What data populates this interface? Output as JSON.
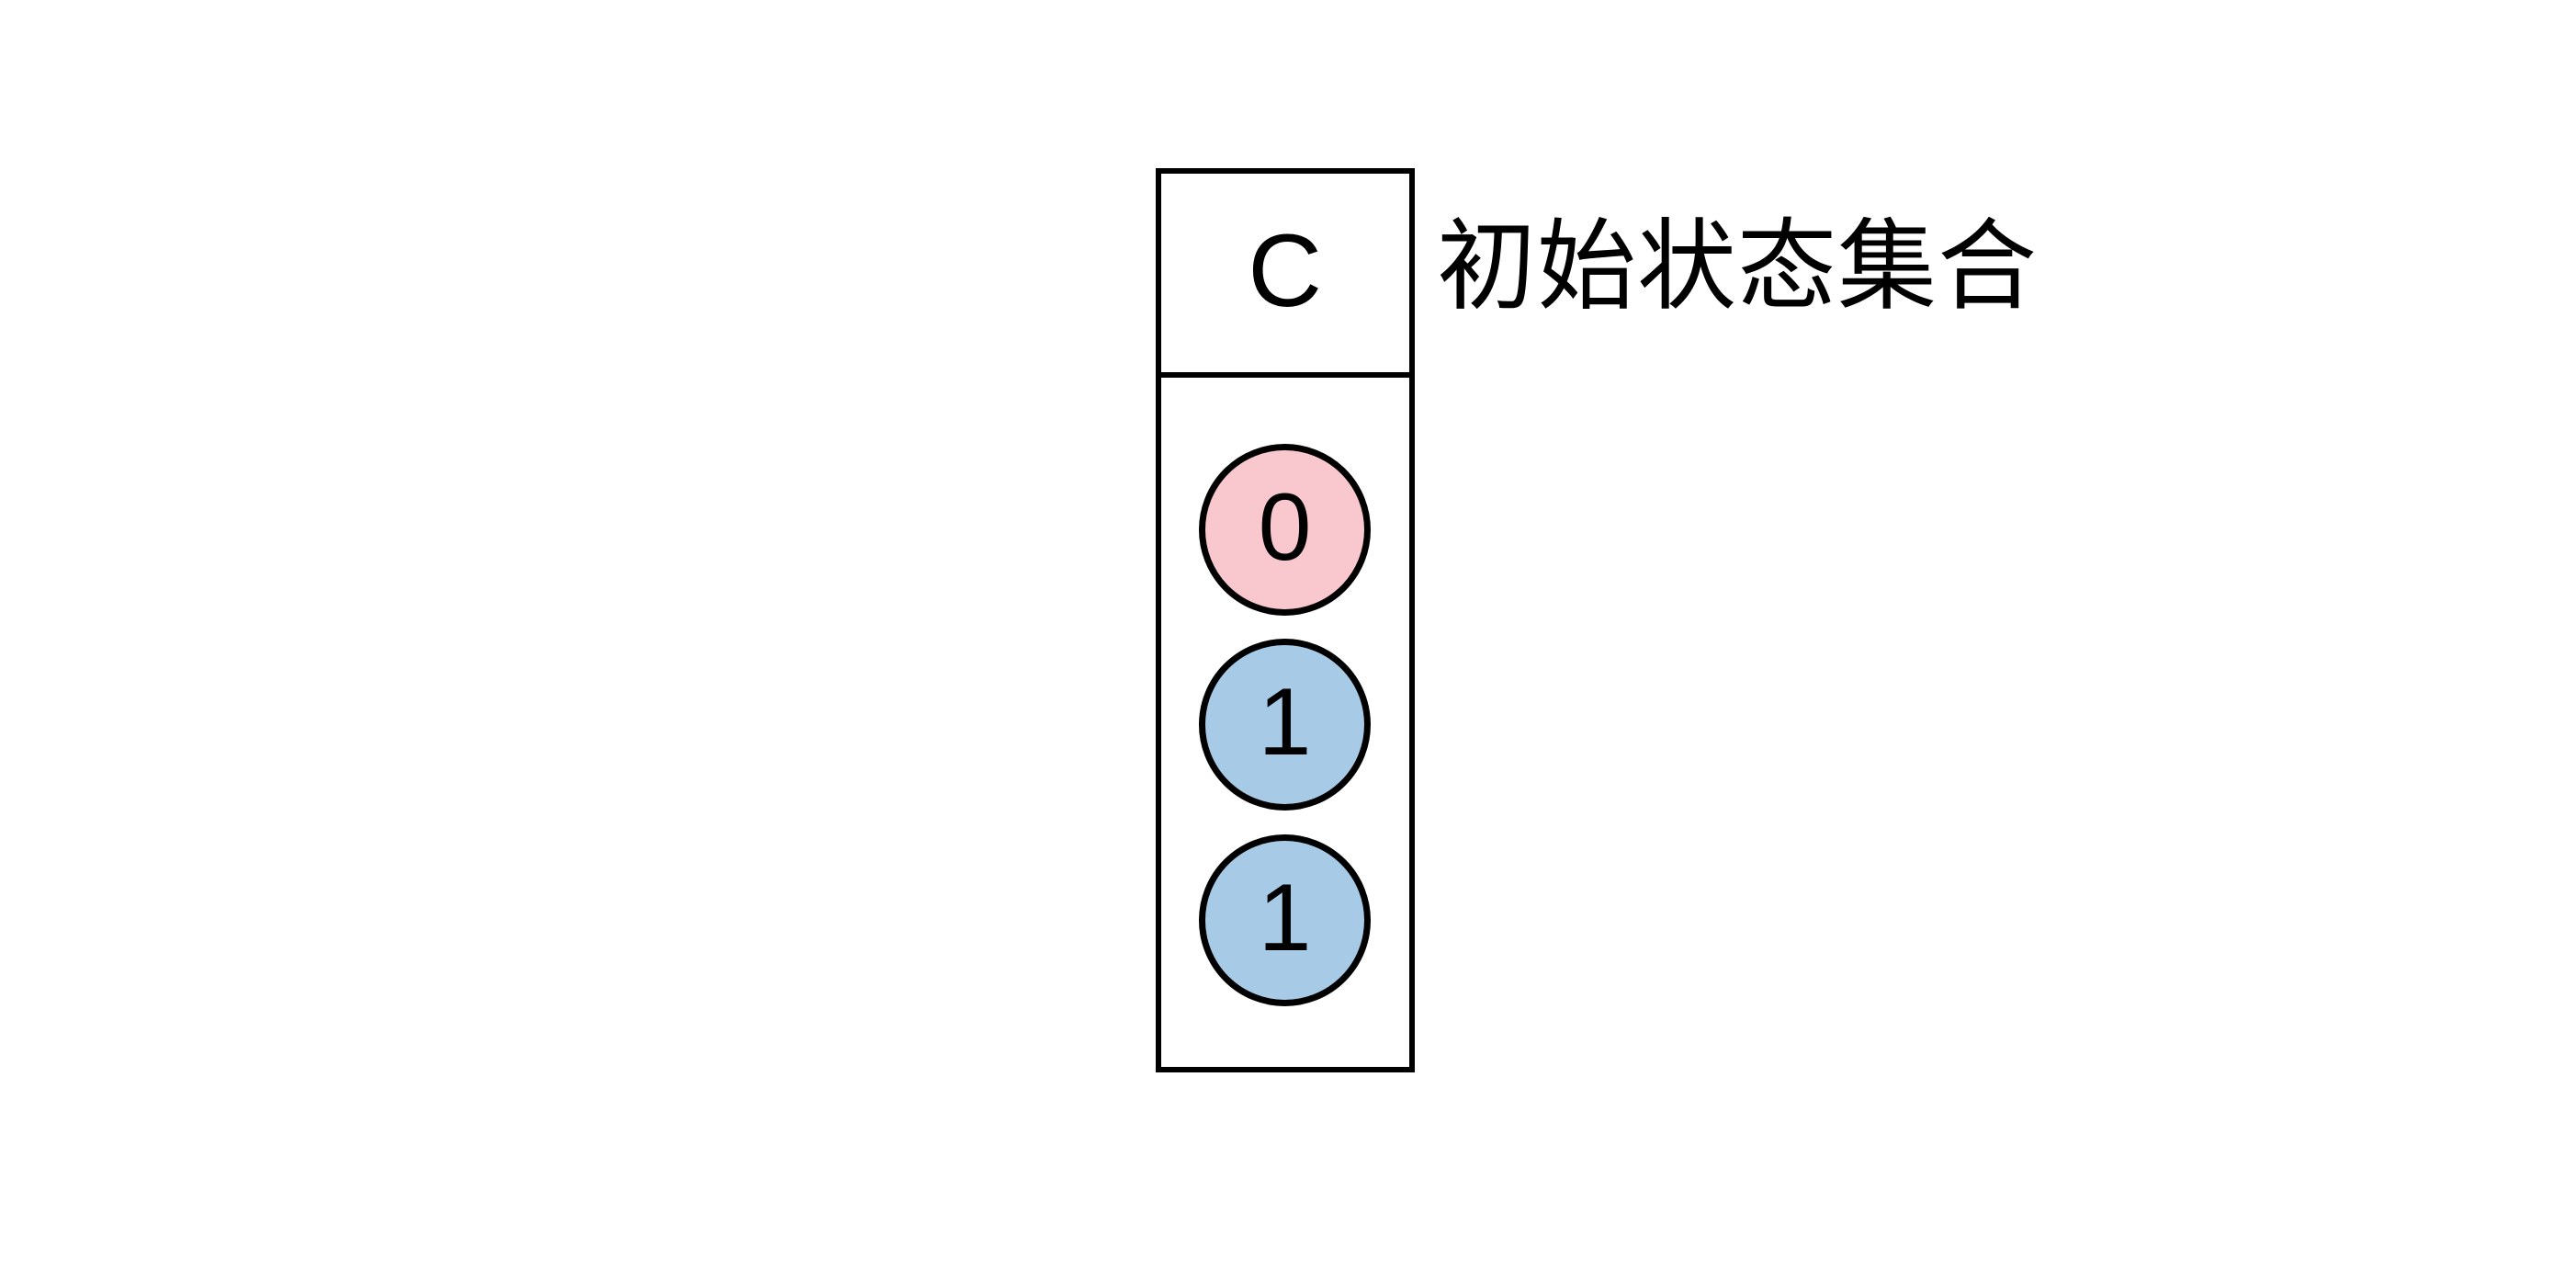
{
  "diagram": {
    "kind": "state-set-column",
    "title": "初始状态集合",
    "background_color": "#ffffff",
    "stroke_color": "#000000"
  },
  "state_set": {
    "header_label": "C",
    "annotation": "初始状态集合",
    "nodes": [
      {
        "value": "0",
        "fill": "#f9c8ce",
        "stroke": "#000000",
        "name": "state-node-0"
      },
      {
        "value": "1",
        "fill": "#a7cbe6",
        "stroke": "#000000",
        "name": "state-node-1"
      },
      {
        "value": "1",
        "fill": "#a7cbe6",
        "stroke": "#000000",
        "name": "state-node-2"
      }
    ]
  },
  "palette": {
    "node_pink": "#f9c8ce",
    "node_blue": "#a7cbe6",
    "outline": "#000000",
    "page": "#ffffff"
  }
}
